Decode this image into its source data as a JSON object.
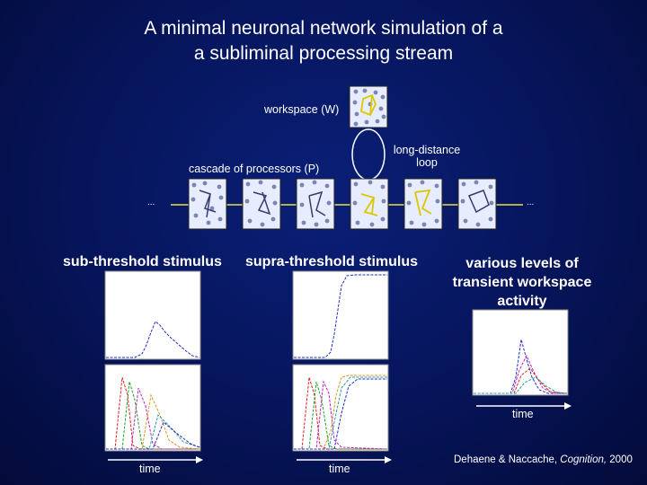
{
  "slide": {
    "title_line1": "A minimal neuronal network simulation of a",
    "title_line2": "a subliminal processing stream"
  },
  "diagram": {
    "workspace_label": "workspace (W)",
    "cascade_label": "cascade of processors (P)",
    "loop_label_line1": "long-distance",
    "loop_label_line2": "loop",
    "ellipsis_left": "...",
    "ellipsis_right": "..."
  },
  "panels": {
    "subthreshold_label": "sub-threshold stimulus",
    "suprathreshold_label": "supra-threshold stimulus",
    "workspace_levels_line1": "various levels of",
    "workspace_levels_line2": "transient workspace",
    "workspace_levels_line3": "activity",
    "time_label_left": "time",
    "time_label_mid": "time",
    "time_label_right": "time"
  },
  "citation": {
    "authors": "Dehaene & Naccache, ",
    "journal": "Cognition,",
    "year": " 2000"
  },
  "colors": {
    "background": "#061459",
    "arrow": "#e8e040",
    "plot_bg": "#ffffff",
    "trace_blue": "#1f2bd0",
    "trace_red": "#e02020",
    "trace_green": "#20a020",
    "trace_magenta": "#c020c0",
    "trace_orange": "#e09020",
    "trace_teal": "#20a0a0"
  }
}
